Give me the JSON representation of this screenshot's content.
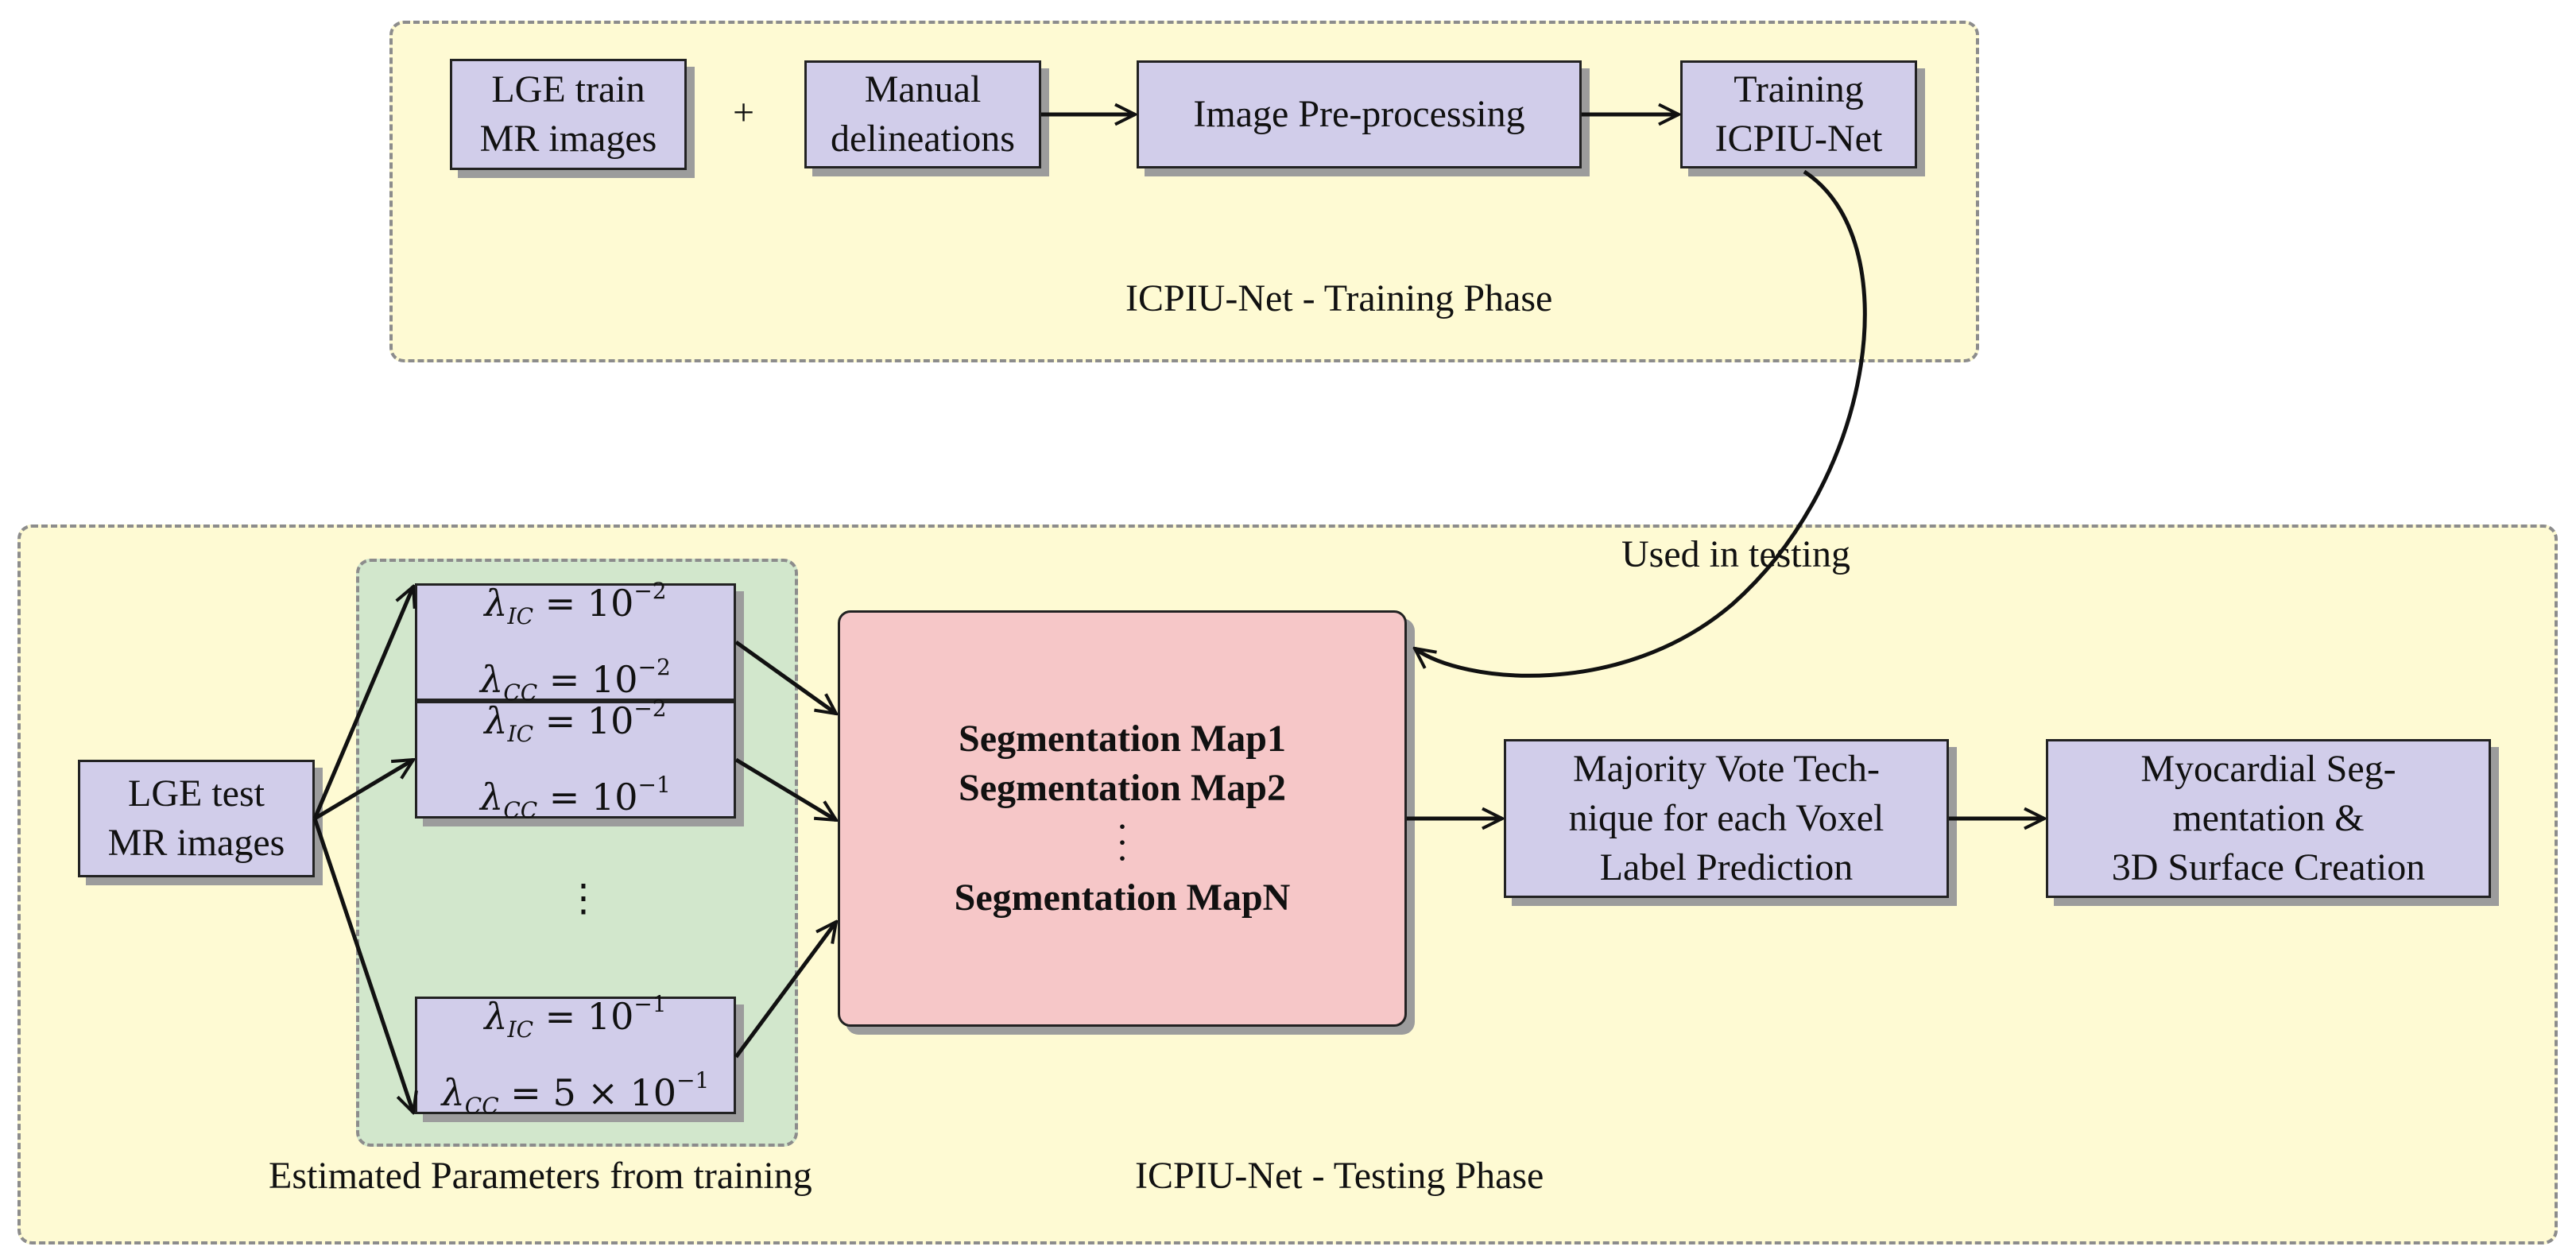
{
  "training_phase": {
    "title": "ICPIU-Net - Training Phase",
    "plus_sign": "+",
    "boxes": {
      "lge_train": "LGE train\nMR images",
      "manual": "Manual\ndelineations",
      "preprocessing": "Image Pre-processing",
      "training": "Training\nICPIU-Net"
    }
  },
  "link_label": "Used in testing",
  "testing_phase": {
    "title": "ICPIU-Net - Testing Phase",
    "params_panel_title": "Estimated Parameters from training",
    "lge_test": "LGE test\nMR images",
    "params": [
      {
        "ic": "10",
        "ic_exp": "−2",
        "cc": "10",
        "cc_exp": "−2",
        "cc_prefix": ""
      },
      {
        "ic": "10",
        "ic_exp": "−2",
        "cc": "10",
        "cc_exp": "−1",
        "cc_prefix": ""
      },
      {
        "ic": "10",
        "ic_exp": "−1",
        "cc": "10",
        "cc_exp": "−1",
        "cc_prefix": "5 × "
      }
    ],
    "param_symbols": {
      "lambda": "λ",
      "ic_sub": "IC",
      "cc_sub": "CC",
      "equals": " = "
    },
    "params_ellipsis": "⋮",
    "segmentation_maps": [
      "Segmentation Map1",
      "Segmentation Map2",
      "Segmentation MapN"
    ],
    "majority_vote": "Majority Vote Tech-\nnique for each Voxel\nLabel Prediction",
    "myocardial": "Myocardial Seg-\nmentation &\n3D Surface Creation"
  }
}
